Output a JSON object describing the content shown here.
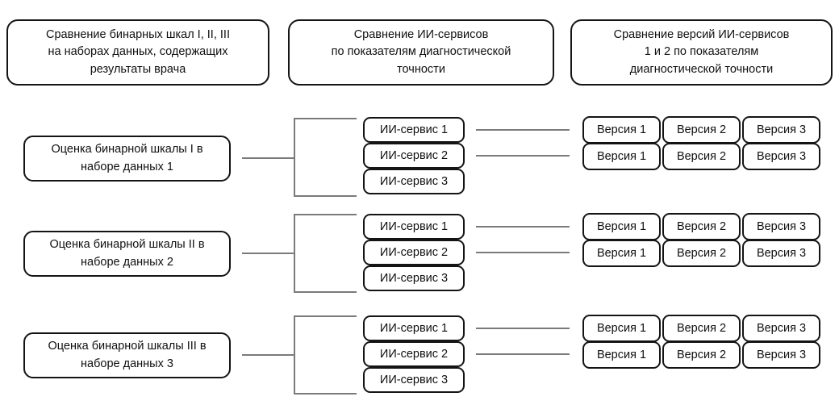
{
  "diagram": {
    "title_row": [
      {
        "id": "compare-binary-scales",
        "lines": [
          "Сравнение бинарных шкал I, II, III",
          "на наборах данных, содержащих",
          "результаты врача"
        ]
      },
      {
        "id": "compare-ai-services",
        "lines": [
          "Сравнение ИИ-сервисов",
          "по показателям диагностической",
          "точности"
        ]
      },
      {
        "id": "compare-ai-service-versions",
        "lines": [
          "Сравнение версий ИИ-сервисов",
          "1 и 2 по показателям",
          "диагностической точности"
        ]
      }
    ],
    "groups": [
      {
        "id": "group-1",
        "scale_box": {
          "lines": [
            "Оценка бинарной шкалы I",
            "в наборе данных 1"
          ]
        },
        "services": [
          "ИИ-сервис 1",
          "ИИ-сервис 2",
          "ИИ-сервис 3"
        ],
        "version_rows": [
          [
            "Версия 1",
            "Версия 2",
            "Версия 3"
          ],
          [
            "Версия 1",
            "Версия 2",
            "Версия 3"
          ]
        ]
      },
      {
        "id": "group-2",
        "scale_box": {
          "lines": [
            "Оценка бинарной шкалы II",
            "в наборе данных 2"
          ]
        },
        "services": [
          "ИИ-сервис 1",
          "ИИ-сервис 2",
          "ИИ-сервис 3"
        ],
        "version_rows": [
          [
            "Версия 1",
            "Версия 2",
            "Версия 3"
          ],
          [
            "Версия 1",
            "Версия 2",
            "Версия 3"
          ]
        ]
      },
      {
        "id": "group-3",
        "scale_box": {
          "lines": [
            "Оценка бинарной шкалы III",
            "в наборе данных 3"
          ]
        },
        "services": [
          "ИИ-сервис 1",
          "ИИ-сервис 2",
          "ИИ-сервис 3"
        ],
        "version_rows": [
          [
            "Версия 1",
            "Версия 2",
            "Версия 3"
          ],
          [
            "Версия 1",
            "Версия 2",
            "Версия 3"
          ]
        ]
      }
    ],
    "colors": {
      "box_border": "#141414",
      "connector": "#7a7a7a",
      "text": "#101010",
      "background": "#ffffff"
    }
  }
}
